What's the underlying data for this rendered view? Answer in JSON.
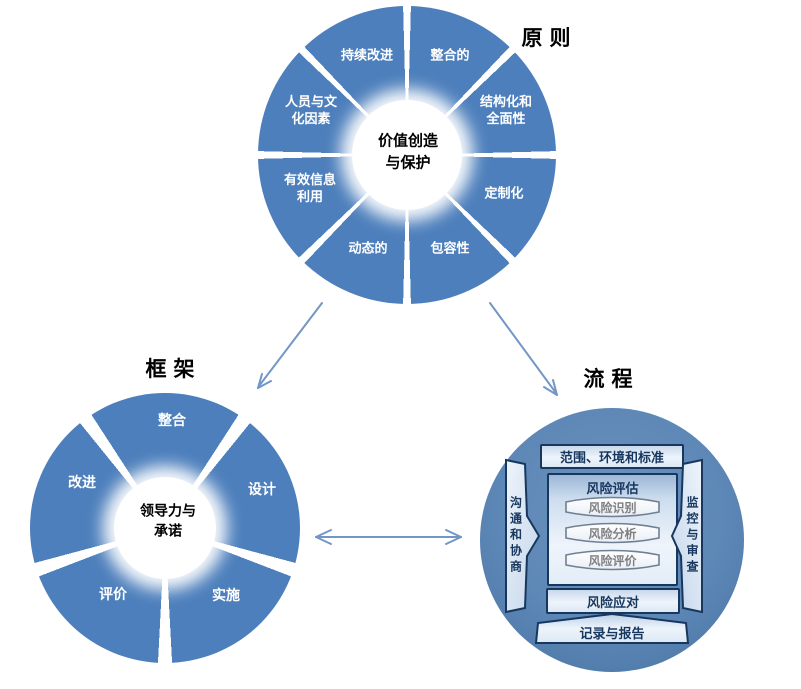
{
  "principles": {
    "title": "原则",
    "center": [
      "价值创造",
      "与保护"
    ],
    "segments": [
      [
        "持续改进"
      ],
      [
        "整合的"
      ],
      [
        "结构化和",
        "全面性"
      ],
      [
        "定制化"
      ],
      [
        "包容性"
      ],
      [
        "动态的"
      ],
      [
        "有效信息",
        "利用"
      ],
      [
        "人员与文",
        "化因素"
      ]
    ]
  },
  "framework": {
    "title": "框架",
    "center": [
      "领导力与",
      "承诺"
    ],
    "segments": [
      "整合",
      "设计",
      "实施",
      "评价",
      "改进"
    ]
  },
  "process": {
    "title": "流程",
    "scope_bar": "范围、环境和标准",
    "assessment_title": "风险评估",
    "assessment_steps": [
      "风险识别",
      "风险分析",
      "风险评价"
    ],
    "treatment_bar": "风险应对",
    "record_banner": "记录与报告",
    "left_rail": "沟通和协商",
    "right_rail": "监控与审查"
  },
  "colors": {
    "segment_blue": "#4d7fbc",
    "process_circle_blue": "#5b86b6",
    "box_border_navy": "#17375e",
    "box_fill_light": "#dce8f5",
    "arrow_blue": "#7296c6",
    "step_text_gray": "#7f7f7f",
    "segment_text": "#ffffff"
  }
}
